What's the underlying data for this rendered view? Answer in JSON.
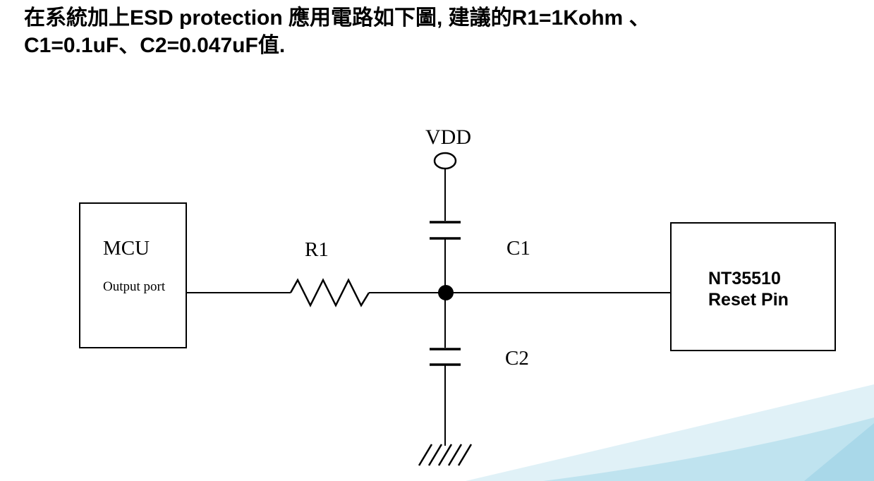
{
  "title": {
    "line1": "在系統加上ESD protection 應用電路如下圖, 建議的R1=1Kohm 、",
    "line2": "C1=0.1uF、C2=0.047uF值."
  },
  "diagram": {
    "vdd_label": "VDD",
    "mcu": {
      "name": "MCU",
      "port": "Output port"
    },
    "r1_label": "R1",
    "c1_label": "C1",
    "c2_label": "C2",
    "ic": {
      "line1": "NT35510",
      "line2": "Reset Pin"
    }
  },
  "colors": {
    "line": "#000000",
    "decorative_cyan": "#bfe3ef",
    "decorative_cyan_light": "#e0f1f7"
  }
}
